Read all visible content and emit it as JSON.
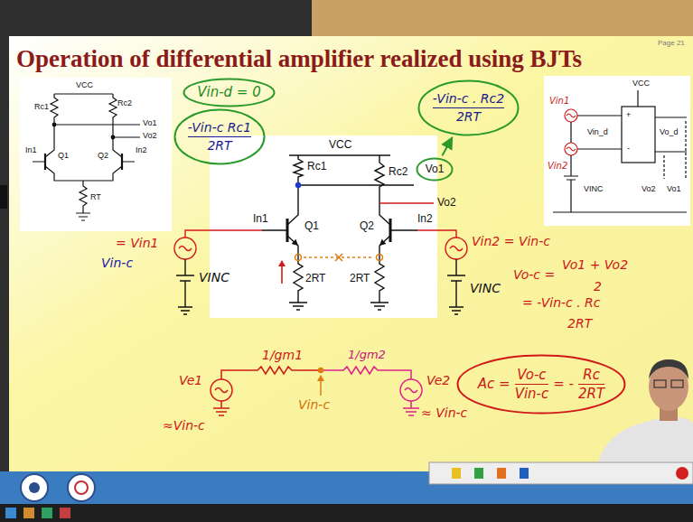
{
  "diagram": {
    "title": "Operation of differential amplifier realized using BJTs",
    "nodes": [
      {
        "text": [
          "Vin-d = 0"
        ]
      },
      {
        "text": [
          "-Vin-c Rc1",
          "2RT"
        ]
      },
      {
        "text": [
          "-Vin-c . Rc2",
          "2RT"
        ]
      },
      {
        "text": [
          "Vo1"
        ]
      },
      {
        "text": [
          "Ac =",
          "Vo-c",
          "Vin-c",
          "= -",
          "Rc",
          "2RT"
        ]
      }
    ],
    "edges": [
      {
        "from": 3,
        "to": 2,
        "arrow": "to"
      }
    ],
    "labels": [
      "VCC",
      "Rc1",
      "Rc2",
      "Vo1",
      "Vo2",
      "In1",
      "Q1",
      "Q2",
      "In2",
      "RT",
      "VCC",
      "Rc1",
      "Rc2",
      "Q1",
      "Q2",
      "In1",
      "In2",
      "Vo2",
      "2RT",
      "2RT",
      "VINC",
      "VINC",
      "= Vin1",
      "Vin-c",
      "Vin2 = Vin-c",
      "Vo-c =",
      "Vo1 + Vo2",
      "2",
      "= -Vin-c . Rc",
      "2RT",
      "1/gm1",
      "1/gm2",
      "Vin-c",
      "Ve1",
      "≈Vin-c",
      "Ve2",
      "≈ Vin-c",
      "VCC",
      "Vin1",
      "Vin_d",
      "Vin2",
      "+",
      "-",
      "Vo_d",
      "Vo2",
      "Vo1",
      "VINC",
      "Page 21"
    ]
  }
}
